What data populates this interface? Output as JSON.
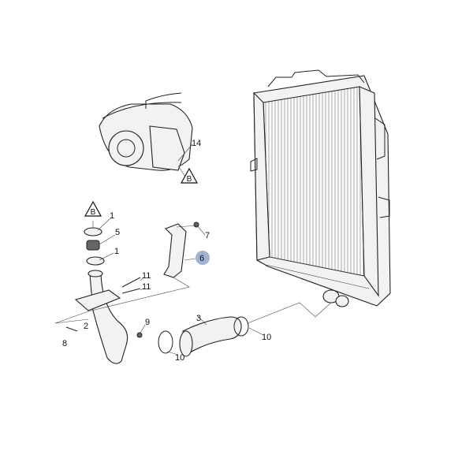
{
  "diagram": {
    "callouts": {
      "turbo": "14",
      "ref_b_turbo": "B",
      "ref_b_pipe": "B",
      "seal_upper": "1",
      "sleeve": "5",
      "seal_lower": "1",
      "bracket_bolt": "7",
      "bracket": "6",
      "bolt_upper": "11",
      "bolt_lower": "11",
      "pipe": "2",
      "nut": "9",
      "bolt_8": "8",
      "hose": "3",
      "clamp_left": "10",
      "clamp_right": "10"
    },
    "highlight_color": "#9fb3d6"
  }
}
